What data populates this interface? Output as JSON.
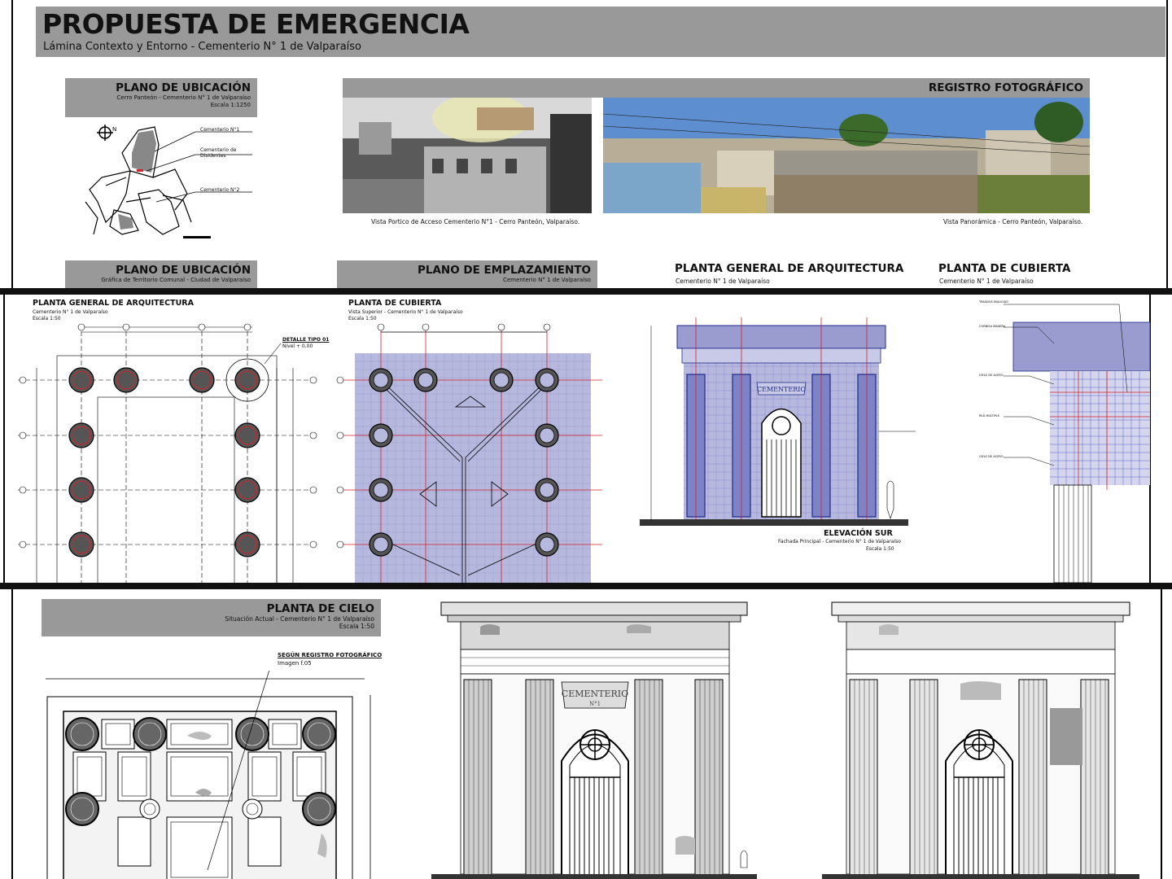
{
  "sheet": {
    "title": "PROPUESTA DE EMERGENCIA",
    "subtitle": "Lámina Contexto y Entorno - Cementerio N° 1 de Valparaíso"
  },
  "top": {
    "ubicacion1": {
      "title": "PLANO DE UBICACIÓN",
      "line1": "Cerro Panteón - Cementerio N° 1 de Valparaíso",
      "line2": "Escala 1:1250"
    },
    "map_labels": [
      "Cementerio N°1",
      "Cementerio de Disidentes",
      "Cementerio N°2"
    ],
    "registro": {
      "title": "REGISTRO FOTOGRÁFICO",
      "caption1": "Vista Portico de Acceso Cementerio N°1 - Cerro Panteón, Valparaíso.",
      "caption2": "Vista Panorámica - Cerro Panteón, Valparaíso."
    },
    "ubicacion2": {
      "title": "PLANO DE UBICACIÓN",
      "line1": "Gráfica de Territorio Comunal - Ciudad de Valparaíso"
    },
    "emplazamiento": {
      "title": "PLANO DE EMPLAZAMIENTO",
      "line1": "Cementerio N° 1 de Valparaíso"
    },
    "planta_general": {
      "title": "PLANTA GENERAL DE ARQUITECTURA",
      "line1": "Cementerio N° 1 de Valparaíso"
    },
    "planta_cubierta": {
      "title": "PLANTA DE CUBIERTA",
      "line1": "Cementerio N° 1 de Valparaíso"
    }
  },
  "middle": {
    "planta_general": {
      "title": "PLANTA GENERAL DE ARQUITECTURA",
      "line1": "Cementerio N° 1 de Valparaíso",
      "line2": "Escala 1:50",
      "detalle": "DETALLE TIPO 01",
      "nivel": "Nivel + 0.00"
    },
    "planta_cubierta": {
      "title": "PLANTA DE CUBIERTA",
      "line1": "Vista Superior - Cementerio N° 1 de Valparaíso",
      "line2": "Escala 1:50"
    },
    "elevacion": {
      "title": "ELEVACIÓN SUR",
      "line1": "Fachada Principal - Cementerio N° 1 de Valparaíso",
      "line2": "Escala 1:50",
      "sign": "CEMENTERIO"
    }
  },
  "bottom": {
    "cielo": {
      "title": "PLANTA DE CIELO",
      "line1": "Situación Actual - Cementerio N° 1 de Valparaíso",
      "line2": "Escala 1:50"
    },
    "registro_ref": {
      "title": "SEGÚN REGISTRO FOTOGRÁFICO",
      "line1": "Imagen f.05"
    },
    "sign": "CEMENTERIO",
    "sign_sub": "N°1"
  },
  "colors": {
    "header_gray": "#999999",
    "plan_fill": "#b7b8de",
    "red_grid": "#d3222a",
    "blue_grid": "#3b48b8"
  }
}
